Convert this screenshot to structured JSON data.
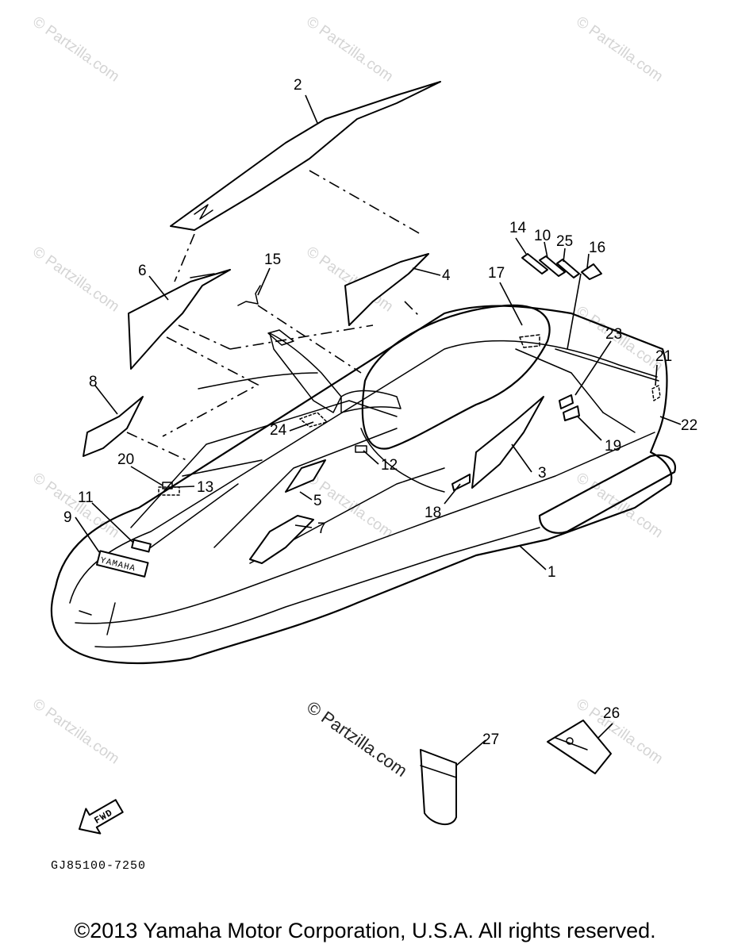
{
  "callouts": [
    "1",
    "2",
    "3",
    "4",
    "5",
    "6",
    "7",
    "8",
    "9",
    "10",
    "11",
    "12",
    "13",
    "14",
    "15",
    "16",
    "17",
    "18",
    "19",
    "20",
    "21",
    "22",
    "23",
    "24",
    "25",
    "26",
    "27"
  ],
  "watermark": "© Partzilla.com",
  "center_watermark": "© Partzilla.com",
  "brand_decal": "YAMAHA",
  "fwd_label": "FWD",
  "diagram_code": "GJ85100-7250",
  "copyright": "©2013 Yamaha Motor Corporation, U.S.A. All rights reserved."
}
